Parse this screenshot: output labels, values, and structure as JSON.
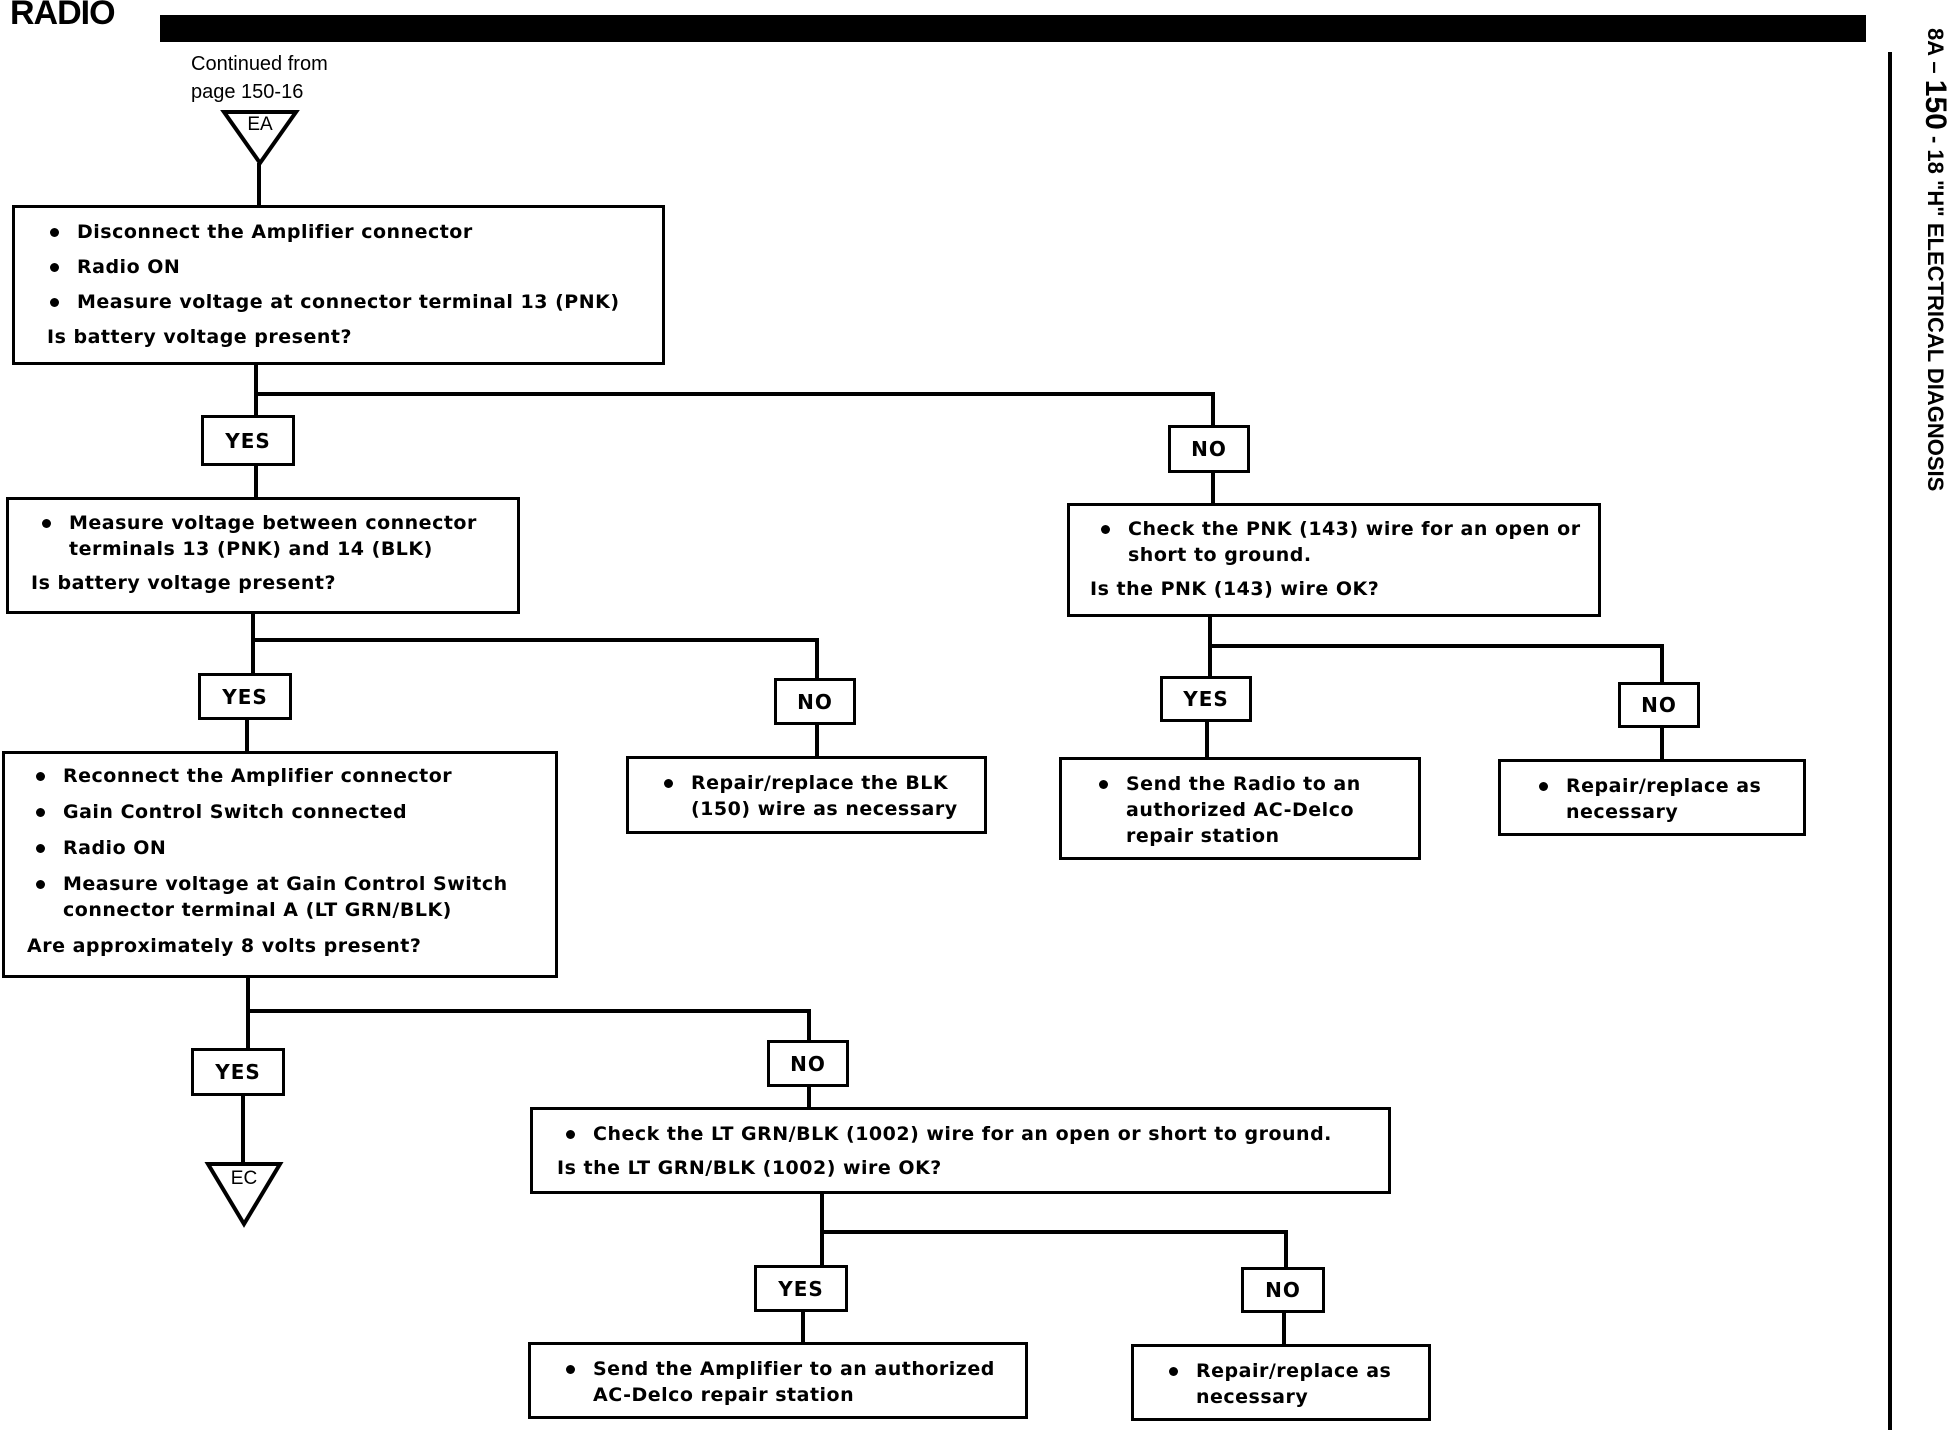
{
  "header": {
    "title": "RADIO",
    "side_prefix": "8A – ",
    "side_page": "150",
    "side_suffix": " - 18   \"H\" ELECTRICAL DIAGNOSIS"
  },
  "continued": {
    "line1": "Continued from",
    "line2": "page 150-16"
  },
  "connectors": {
    "top": "EA",
    "bottom": "EC"
  },
  "steps": {
    "s1": {
      "items": [
        "Disconnect the Amplifier connector",
        "Radio ON",
        "Measure voltage at connector terminal 13 (PNK)"
      ],
      "question": "Is battery voltage present?"
    },
    "s2": {
      "items": [
        "Measure voltage between connector terminals 13 (PNK) and 14 (BLK)"
      ],
      "question": "Is battery voltage present?"
    },
    "s3": {
      "items": [
        "Check the PNK (143) wire for an open or short to ground."
      ],
      "question": "Is the PNK (143) wire OK?"
    },
    "s4": {
      "items": [
        "Reconnect the Amplifier connector",
        "Gain Control Switch connected",
        "Radio ON",
        "Measure voltage at Gain Control Switch connector terminal A (LT GRN/BLK)"
      ],
      "question": "Are approximately 8 volts present?"
    },
    "s5": {
      "items": [
        "Repair/replace the BLK (150) wire as necessary"
      ]
    },
    "s6": {
      "items": [
        "Send the Radio to an authorized AC-Delco repair station"
      ]
    },
    "s7": {
      "items": [
        "Repair/replace as necessary"
      ]
    },
    "s8": {
      "items": [
        "Check the LT GRN/BLK (1002) wire for an open or short to ground."
      ],
      "question": "Is the LT GRN/BLK (1002) wire OK?"
    },
    "s9": {
      "items": [
        "Send the Amplifier to an authorized AC-Delco repair station"
      ]
    },
    "s10": {
      "items": [
        "Repair/replace as necessary"
      ]
    }
  },
  "answers": {
    "a1_yes": "YES",
    "a1_no": "NO",
    "a2_yes": "YES",
    "a2_no": "NO",
    "a3_yes": "YES",
    "a3_no": "NO",
    "a4_yes": "YES",
    "a4_no": "NO",
    "a5_yes": "YES",
    "a5_no": "NO"
  }
}
